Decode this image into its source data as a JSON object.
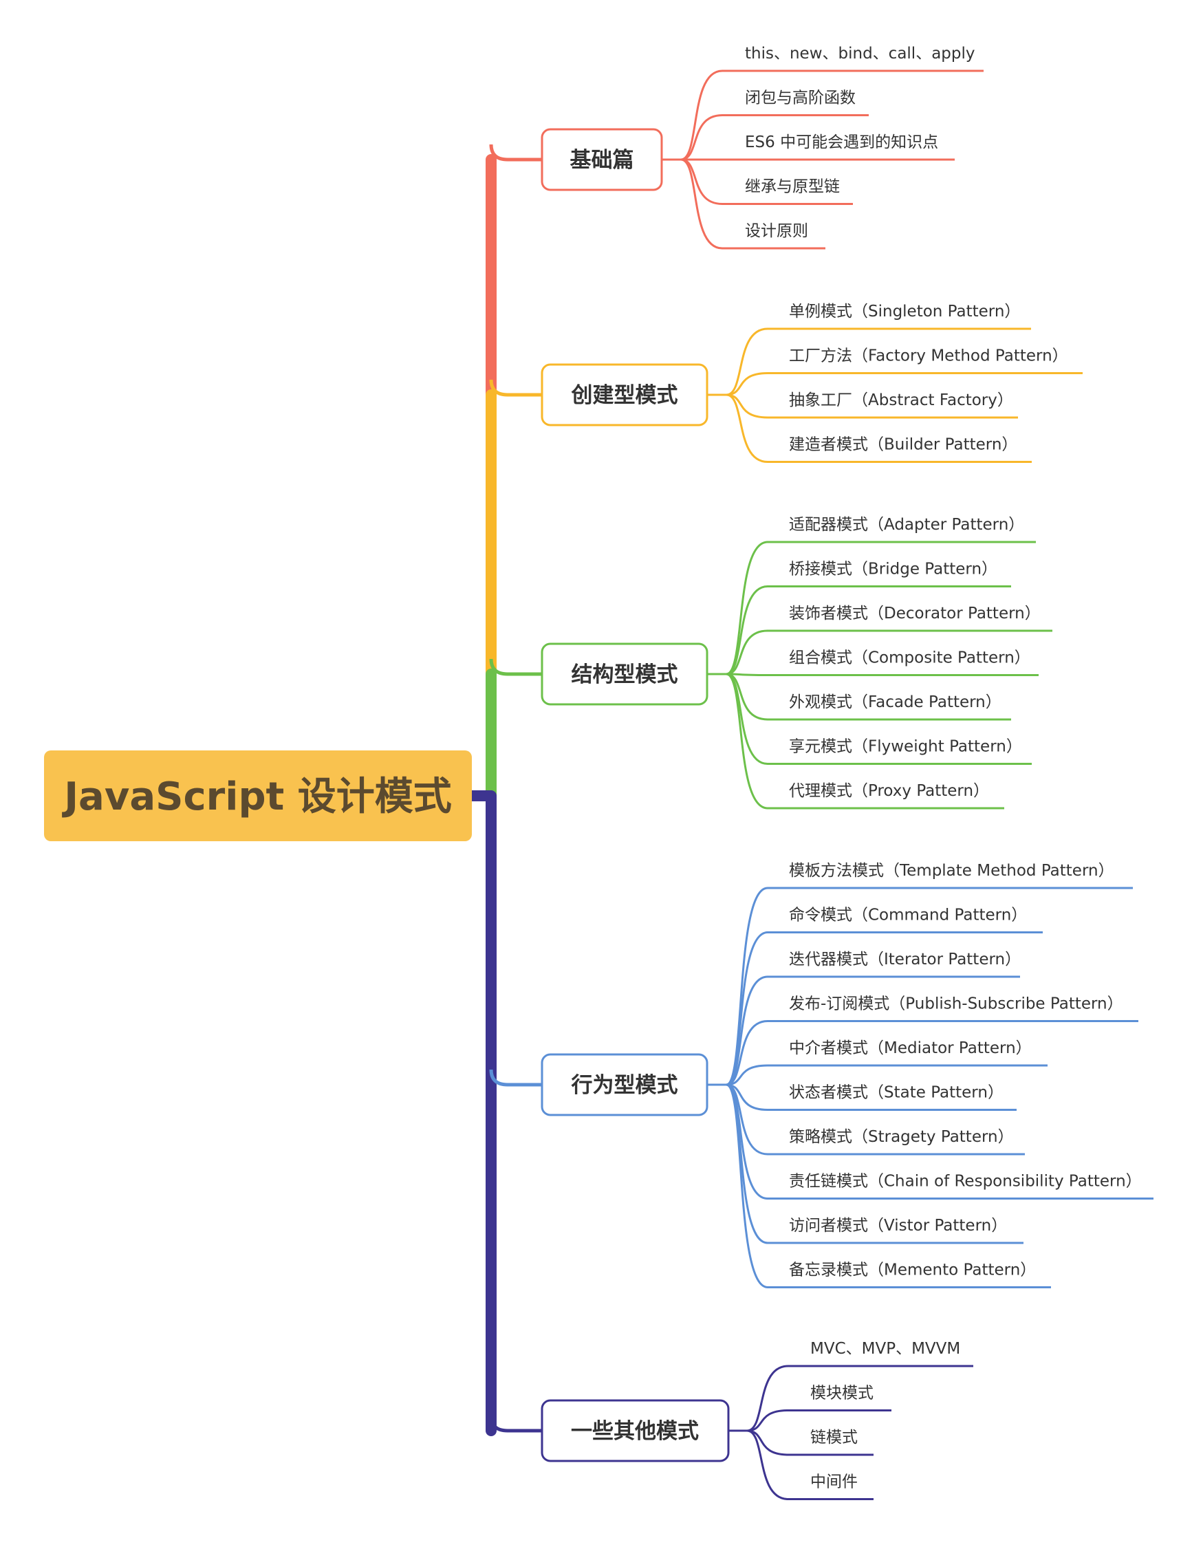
{
  "root": {
    "label": "JavaScript 设计模式",
    "color": "#f9c24f"
  },
  "branches": [
    {
      "label": "基础篇",
      "color": "#f26d5b",
      "items": [
        "this、new、bind、call、apply",
        "闭包与高阶函数",
        "ES6 中可能会遇到的知识点",
        "继承与原型链",
        "设计原则"
      ]
    },
    {
      "label": "创建型模式",
      "color": "#f8b72a",
      "items": [
        "单例模式（Singleton Pattern）",
        "工厂方法（Factory Method Pattern）",
        "抽象工厂（Abstract Factory）",
        "建造者模式（Builder Pattern）"
      ]
    },
    {
      "label": "结构型模式",
      "color": "#6cc04a",
      "items": [
        "适配器模式（Adapter Pattern）",
        "桥接模式（Bridge Pattern）",
        "装饰者模式（Decorator Pattern）",
        "组合模式（Composite Pattern）",
        "外观模式（Facade Pattern）",
        "享元模式（Flyweight Pattern）",
        "代理模式（Proxy Pattern）"
      ]
    },
    {
      "label": "行为型模式",
      "color": "#5b8fd6",
      "items": [
        "模板方法模式（Template Method Pattern）",
        "命令模式（Command Pattern）",
        "迭代器模式（Iterator Pattern）",
        "发布-订阅模式（Publish-Subscribe Pattern）",
        "中介者模式（Mediator Pattern）",
        "状态者模式（State Pattern）",
        "策略模式（Stragety Pattern）",
        "责任链模式（Chain of Responsibility Pattern）",
        "访问者模式（Vistor Pattern）",
        "备忘录模式（Memento Pattern）"
      ]
    },
    {
      "label": "一些其他模式",
      "color": "#3d3490",
      "items": [
        "MVC、MVP、MVVM",
        "模块模式",
        "链模式",
        "中间件"
      ]
    }
  ]
}
